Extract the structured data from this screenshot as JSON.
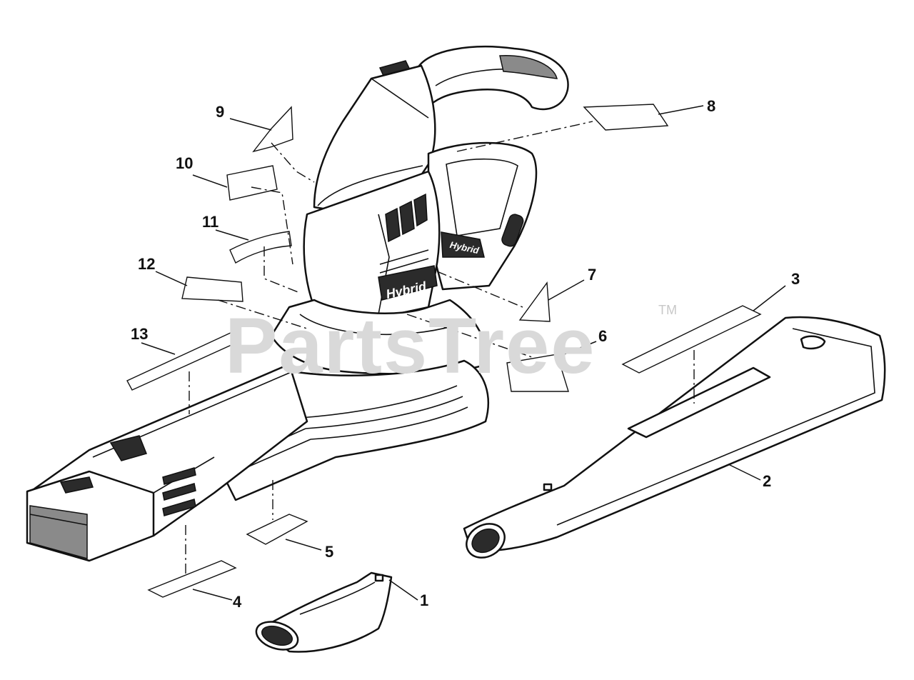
{
  "watermark": {
    "text": "PartsTree",
    "trademark": "TM"
  },
  "product_logo": "Hybrid",
  "callouts": [
    {
      "id": "c1",
      "label": "1"
    },
    {
      "id": "c2",
      "label": "2"
    },
    {
      "id": "c3",
      "label": "3"
    },
    {
      "id": "c4",
      "label": "4"
    },
    {
      "id": "c5",
      "label": "5"
    },
    {
      "id": "c6",
      "label": "6"
    },
    {
      "id": "c7",
      "label": "7"
    },
    {
      "id": "c8",
      "label": "8"
    },
    {
      "id": "c9",
      "label": "9"
    },
    {
      "id": "c10",
      "label": "10"
    },
    {
      "id": "c11",
      "label": "11"
    },
    {
      "id": "c12",
      "label": "12"
    },
    {
      "id": "c13",
      "label": "13"
    }
  ]
}
